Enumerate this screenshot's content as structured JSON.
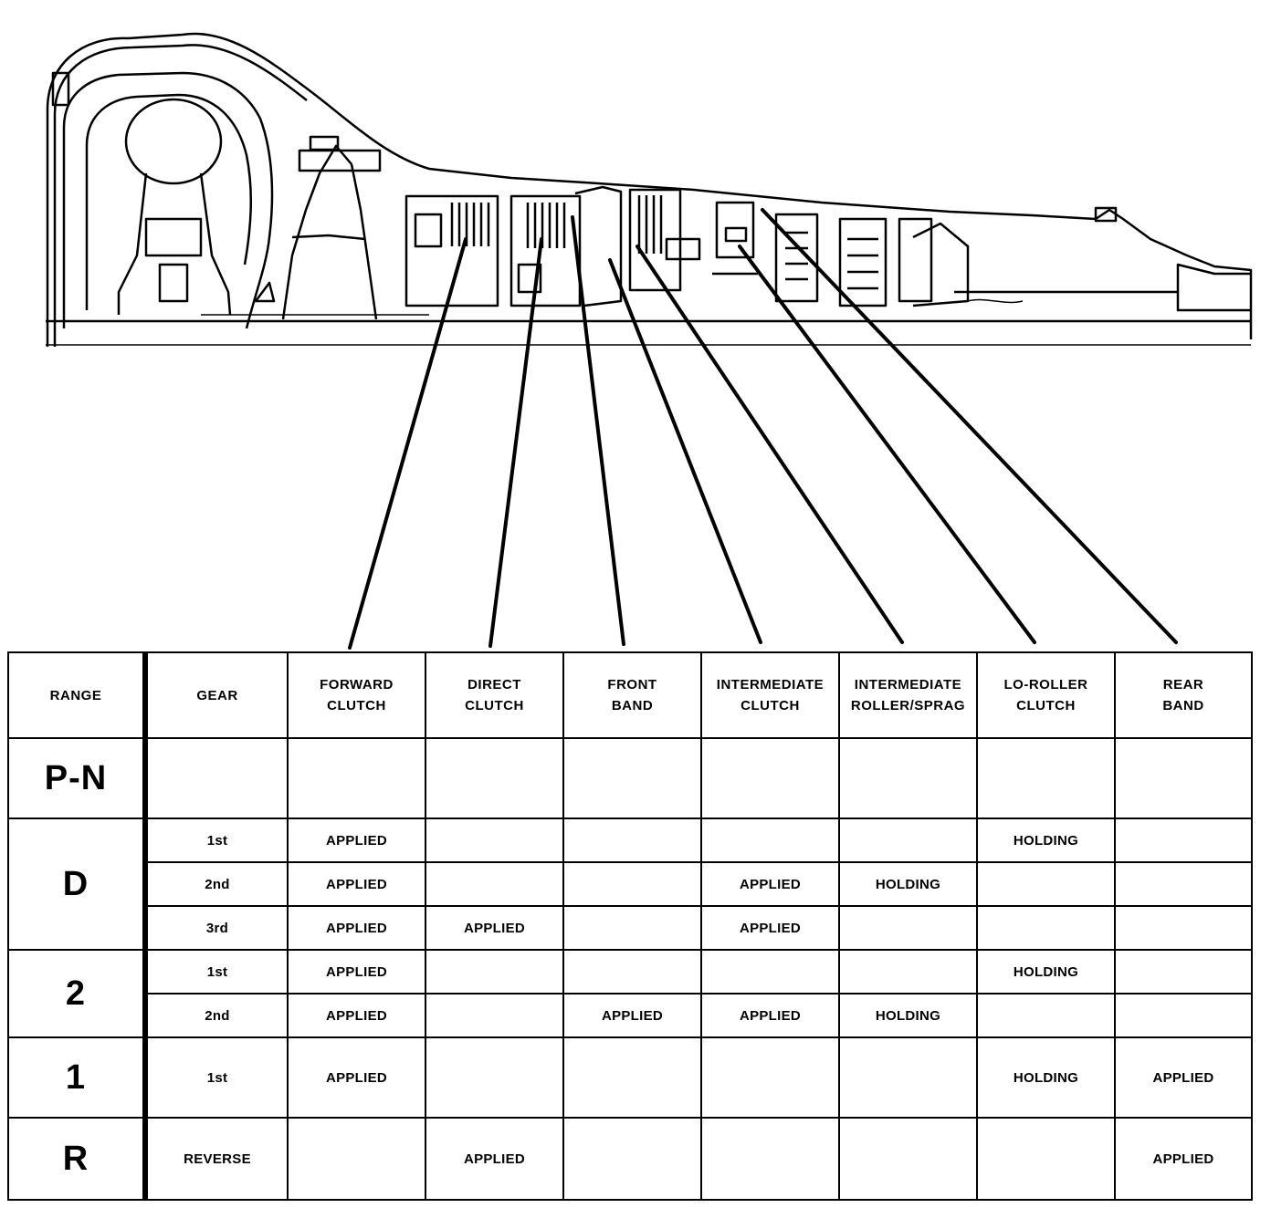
{
  "table": {
    "headers": [
      "RANGE",
      "GEAR",
      "FORWARD\nCLUTCH",
      "DIRECT\nCLUTCH",
      "FRONT\nBAND",
      "INTERMEDIATE\nCLUTCH",
      "INTERMEDIATE\nROLLER/SPRAG",
      "LO-ROLLER\nCLUTCH",
      "REAR\nBAND"
    ],
    "ranges": [
      {
        "range": "P-N",
        "rows": [
          {
            "gear": "",
            "cells": [
              "",
              "",
              "",
              "",
              "",
              "",
              ""
            ]
          }
        ]
      },
      {
        "range": "D",
        "rows": [
          {
            "gear": "1st",
            "cells": [
              "APPLIED",
              "",
              "",
              "",
              "",
              "HOLDING",
              ""
            ]
          },
          {
            "gear": "2nd",
            "cells": [
              "APPLIED",
              "",
              "",
              "APPLIED",
              "HOLDING",
              "",
              ""
            ]
          },
          {
            "gear": "3rd",
            "cells": [
              "APPLIED",
              "APPLIED",
              "",
              "APPLIED",
              "",
              "",
              ""
            ]
          }
        ]
      },
      {
        "range": "2",
        "rows": [
          {
            "gear": "1st",
            "cells": [
              "APPLIED",
              "",
              "",
              "",
              "",
              "HOLDING",
              ""
            ]
          },
          {
            "gear": "2nd",
            "cells": [
              "APPLIED",
              "",
              "APPLIED",
              "APPLIED",
              "HOLDING",
              "",
              ""
            ]
          }
        ]
      },
      {
        "range": "1",
        "rows": [
          {
            "gear": "1st",
            "cells": [
              "APPLIED",
              "",
              "",
              "",
              "",
              "HOLDING",
              "APPLIED"
            ]
          }
        ]
      },
      {
        "range": "R",
        "rows": [
          {
            "gear": "REVERSE",
            "cells": [
              "",
              "APPLIED",
              "",
              "",
              "",
              "",
              "APPLIED"
            ]
          }
        ]
      }
    ]
  }
}
